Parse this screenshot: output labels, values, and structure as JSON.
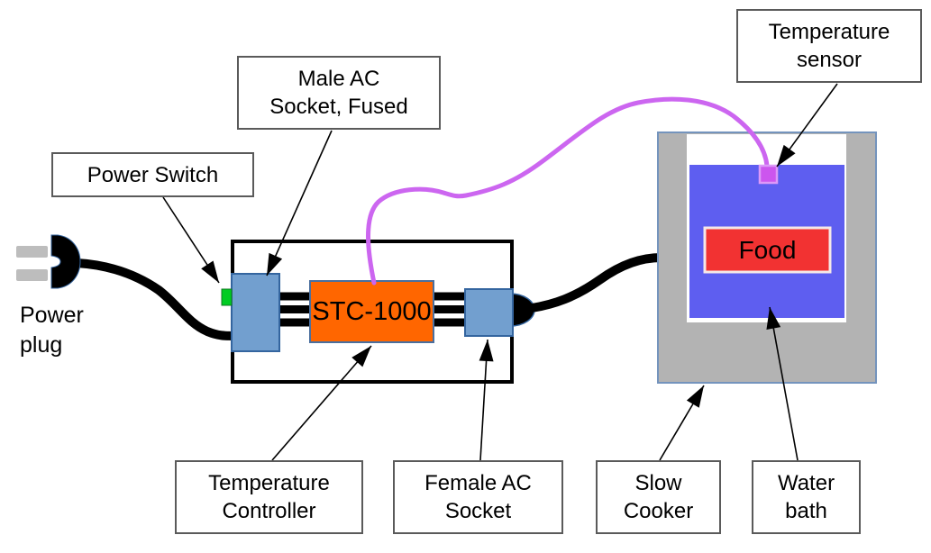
{
  "labels": {
    "power_plug": "Power\nplug",
    "power_switch": "Power Switch",
    "male_ac_socket": "Male AC\nSocket, Fused",
    "temperature_sensor": "Temperature\nsensor",
    "temperature_controller": "Temperature\nController",
    "female_ac_socket": "Female AC\nSocket",
    "slow_cooker": "Slow\nCooker",
    "water_bath": "Water\nbath"
  },
  "components": {
    "controller_model": "STC-1000",
    "food": "Food"
  },
  "colors": {
    "socket_blue": "#729fcf",
    "socket_border": "#34659f",
    "controller_orange": "#ff6600",
    "switch_green": "#00cc22",
    "cooker_gray": "#b3b3b3",
    "water_blue": "#5e5ef0",
    "food_red": "#f23232",
    "sensor_violet": "#cc55ee",
    "sensor_cable_violet": "#cc66f0",
    "cable_black": "#000000",
    "prong_gray": "#bdbdbd"
  }
}
